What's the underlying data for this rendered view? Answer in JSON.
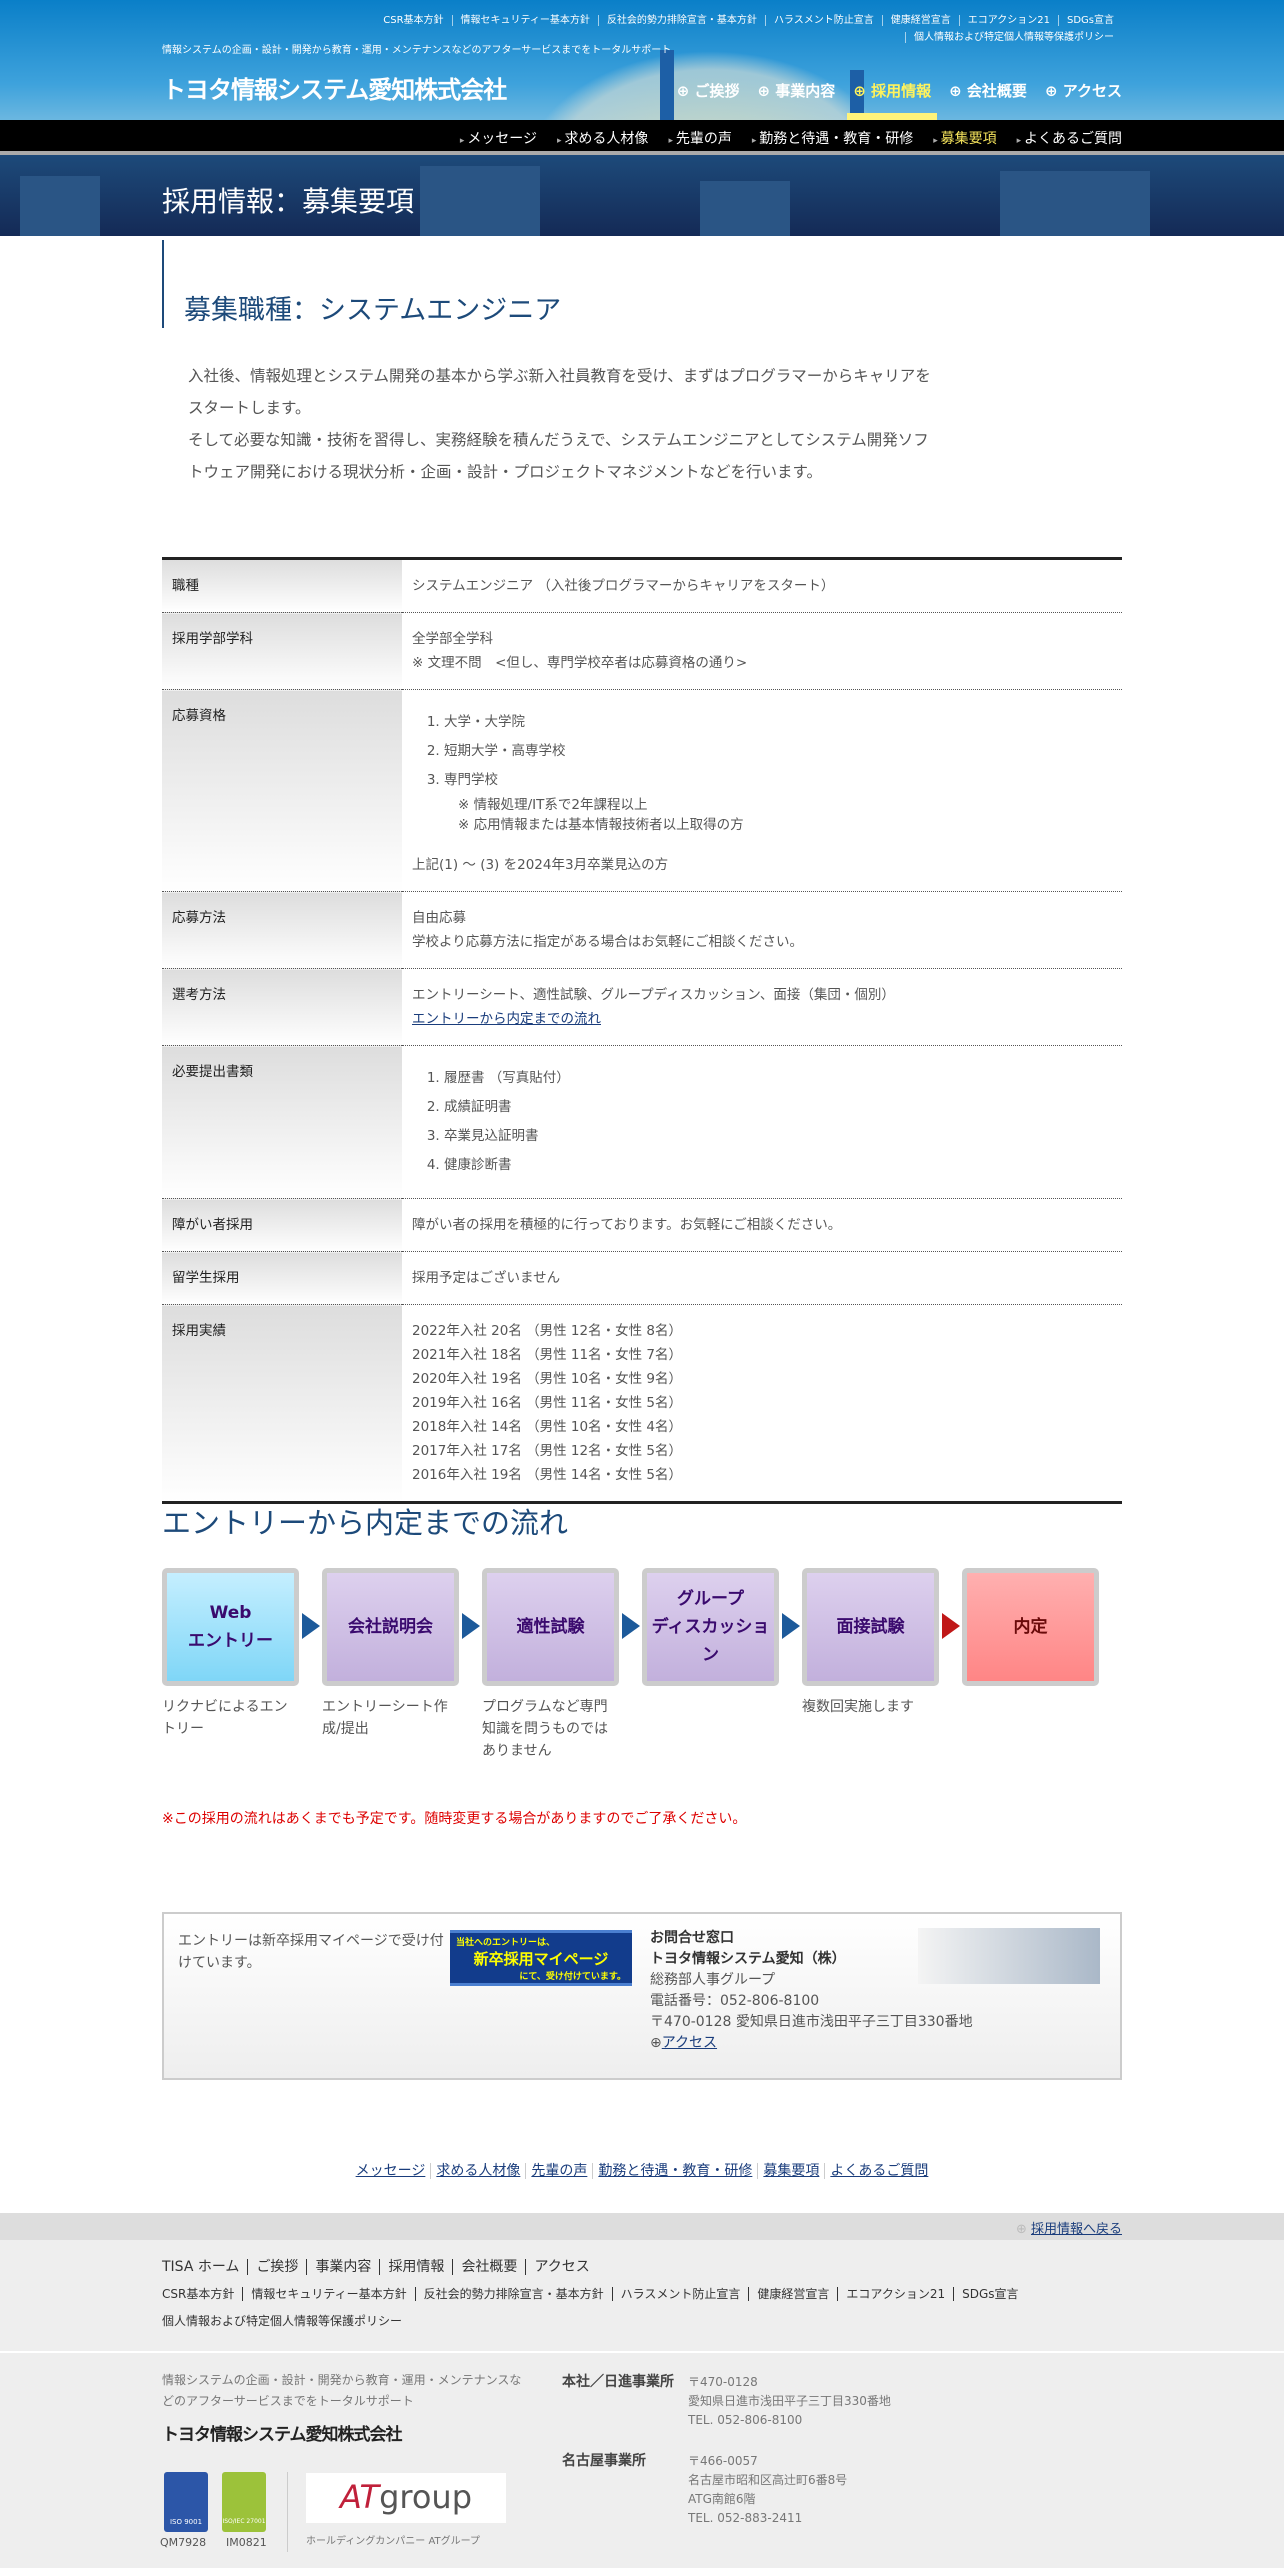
{
  "header": {
    "top_links": [
      "CSR基本方針",
      "情報セキュリティー基本方針",
      "反社会的勢力排除宣言・基本方針",
      "ハラスメント防止宣言",
      "健康経営宣言",
      "エコアクション21",
      "SDGs宣言"
    ],
    "privacy_link": "個人情報および特定個人情報等保護ポリシー",
    "tagline": "情報システムの企画・設計・開発から教育・運用・メンテナンスなどのアフターサービスまでをトータルサポート",
    "logo": "トヨタ情報システム愛知株式会社",
    "global_nav": [
      "ご挨拶",
      "事業内容",
      "採用情報",
      "会社概要",
      "アクセス"
    ],
    "global_active": 2,
    "sub_nav": [
      "メッセージ",
      "求める人材像",
      "先輩の声",
      "勤務と待遇・教育・研修",
      "募集要項",
      "よくあるご質問"
    ],
    "sub_active": 4
  },
  "banner_title": "採用情報：募集要項",
  "job_heading": "募集職種：システムエンジニア",
  "intro": [
    "入社後、情報処理とシステム開発の基本から学ぶ新入社員教育を受け、まずはプログラマーからキャリアをスタートします。",
    "そして必要な知識・技術を習得し、実務経験を積んだうえで、システムエンジニアとしてシステム開発ソフトウェア開発における現状分析・企画・設計・プロジェクトマネジメントなどを行います。"
  ],
  "table": {
    "r1": {
      "label": "職種",
      "value": "システムエンジニア （入社後プログラマーからキャリアをスタート）"
    },
    "r2": {
      "label": "採用学部学科",
      "v1": "全学部全学科",
      "v2": "※ 文理不問　<但し、専門学校卒者は応募資格の通り>"
    },
    "r3": {
      "label": "応募資格",
      "items": [
        "大学・大学院",
        "短期大学・高専学校",
        "専門学校"
      ],
      "notes": [
        "※ 情報処理/IT系で2年課程以上",
        "※ 応用情報または基本情報技術者以上取得の方"
      ],
      "footer": "上記(1) ～ (3) を2024年3月卒業見込の方"
    },
    "r4": {
      "label": "応募方法",
      "v1": "自由応募",
      "v2": "学校より応募方法に指定がある場合はお気軽にご相談ください。"
    },
    "r5": {
      "label": "選考方法",
      "v1": "エントリーシート、適性試験、グループディスカッション、面接（集団・個別）",
      "link": "エントリーから内定までの流れ"
    },
    "r6": {
      "label": "必要提出書類",
      "items": [
        "履歴書 （写真貼付）",
        "成績証明書",
        "卒業見込証明書",
        "健康診断書"
      ]
    },
    "r7": {
      "label": "障がい者採用",
      "value": "障がい者の採用を積極的に行っております。お気軽にご相談ください。"
    },
    "r8": {
      "label": "留学生採用",
      "value": "採用予定はございません"
    },
    "r9": {
      "label": "採用実績",
      "items": [
        "2022年入社 20名 （男性 12名・女性 8名）",
        "2021年入社 18名 （男性 11名・女性 7名）",
        "2020年入社 19名 （男性 10名・女性 9名）",
        "2019年入社 16名 （男性 11名・女性 5名）",
        "2018年入社 14名 （男性 10名・女性 4名）",
        "2017年入社 17名 （男性 12名・女性 5名）",
        "2016年入社 19名 （男性 14名・女性 5名）"
      ]
    }
  },
  "flow": {
    "heading": "エントリーから内定までの流れ",
    "steps": [
      {
        "l1": "Web",
        "l2": "エントリー",
        "caption": "リクナビによるエントリー",
        "color": "#7fd6f7"
      },
      {
        "l1": "会社説明会",
        "l2": "",
        "caption": "エントリーシート作成/提出",
        "color": "#c2b0dc"
      },
      {
        "l1": "適性試験",
        "l2": "",
        "caption": "プログラムなど専門知識を問うものではありません",
        "color": "#c2b0dc"
      },
      {
        "l1": "グループ",
        "l2": "ディスカッション",
        "caption": "",
        "color": "#c2b0dc"
      },
      {
        "l1": "面接試験",
        "l2": "",
        "caption": "複数回実施します",
        "color": "#c2b0dc"
      },
      {
        "l1": "内定",
        "l2": "",
        "caption": "",
        "color": "#ff8585"
      }
    ],
    "note": "※この採用の流れはあくまでも予定です。随時変更する場合がありますのでご了承ください。"
  },
  "contact": {
    "entry_text": "エントリーは新卒採用マイページで受け付けています。",
    "banner_l1": "当社へのエントリーは、",
    "banner_l2": "新卒採用マイページ",
    "banner_l3": "にて、受け付けています。",
    "title": "お問合せ窓口",
    "company": "トヨタ情報システム愛知（株）",
    "dept": "総務部人事グループ",
    "phone": "電話番号：052-806-8100",
    "address": "〒470-0128 愛知県日進市浅田平子三丁目330番地",
    "access": "アクセス"
  },
  "footer_links": [
    "メッセージ",
    "求める人材像",
    "先輩の声",
    "勤務と待遇・教育・研修",
    "募集要項",
    "よくあるご質問"
  ],
  "back_link": "採用情報へ戻る",
  "footer": {
    "nav1": [
      "TISA ホーム",
      "ご挨拶",
      "事業内容",
      "採用情報",
      "会社概要",
      "アクセス"
    ],
    "nav2": [
      "CSR基本方針",
      "情報セキュリティー基本方針",
      "反社会的勢力排除宣言・基本方針",
      "ハラスメント防止宣言",
      "健康経営宣言",
      "エコアクション21",
      "SDGs宣言"
    ],
    "privacy": "個人情報および特定個人情報等保護ポリシー",
    "tagline": "情報システムの企画・設計・開発から教育・運用・メンテナンスなどのアフターサービスまでをトータルサポート",
    "logo": "トヨタ情報システム愛知株式会社",
    "cert1": "ISO 9001",
    "cert1_code": "QM7928",
    "cert2": "ISO/IEC 27001",
    "cert2_code": "IM0821",
    "at_logo": "ATgroup",
    "at_caption": "ホールディングカンパニー ATグループ",
    "offices": [
      {
        "name": "本社／日進事業所",
        "lines": [
          "〒470-0128",
          "愛知県日進市浅田平子三丁目330番地",
          "TEL. 052-806-8100"
        ]
      },
      {
        "name": "名古屋事業所",
        "lines": [
          "〒466-0057",
          "名古屋市昭和区高辻町6番8号",
          "ATG南館6階",
          "TEL. 052-883-2411"
        ]
      }
    ]
  }
}
